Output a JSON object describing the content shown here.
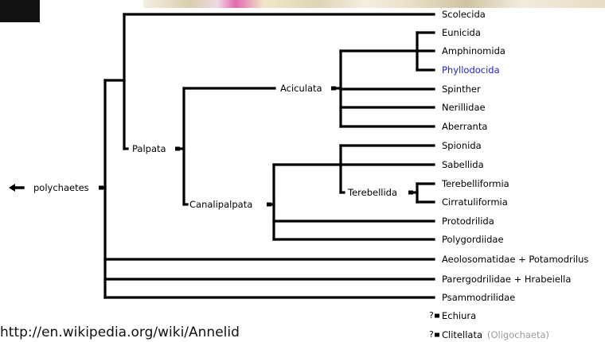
{
  "colors": {
    "line": "#000000",
    "highlight": "#1f1fcc",
    "parenthetical": "#9a9a9a",
    "background": "#ffffff"
  },
  "root": {
    "label": "polychaetes",
    "arrow_icon": "left-arrow-icon"
  },
  "internal_nodes": [
    {
      "id": "palpata",
      "label": "Palpata"
    },
    {
      "id": "aciculata",
      "label": "Aciculata"
    },
    {
      "id": "canalipalpata",
      "label": "Canalipalpata"
    },
    {
      "id": "terebellida",
      "label": "Terebellida"
    }
  ],
  "taxa": [
    {
      "id": "scolecida",
      "label": "Scolecida"
    },
    {
      "id": "eunicida",
      "label": "Eunicida"
    },
    {
      "id": "amphinomida",
      "label": "Amphinomida"
    },
    {
      "id": "phyllodocida",
      "label": "Phyllodocida",
      "highlight": true
    },
    {
      "id": "spinther",
      "label": "Spinther"
    },
    {
      "id": "nerillidae",
      "label": "Nerillidae"
    },
    {
      "id": "aberranta",
      "label": "Aberranta"
    },
    {
      "id": "spionida",
      "label": "Spionida"
    },
    {
      "id": "sabellida",
      "label": "Sabellida"
    },
    {
      "id": "terebelliformia",
      "label": "Terebelliformia"
    },
    {
      "id": "cirratuliformia",
      "label": "Cirratuliformia"
    },
    {
      "id": "protodrilida",
      "label": "Protodrilida"
    },
    {
      "id": "polygordiidae",
      "label": "Polygordiidae"
    },
    {
      "id": "aeolosomatidae",
      "label": "Aeolosomatidae + Potamodrilus"
    },
    {
      "id": "parergodrilidae",
      "label": "Parergodrilidae + Hrabeiella"
    },
    {
      "id": "psammodrilidae",
      "label": "Psammodrilidae"
    }
  ],
  "uncertain_taxa": [
    {
      "id": "echiura",
      "marker": "?",
      "label": "Echiura",
      "note": ""
    },
    {
      "id": "clitellata",
      "marker": "?",
      "label": "Clitellata",
      "note": "(Oligochaeta)"
    }
  ],
  "url_text": "http://en.wikipedia.org/wiki/Annelid"
}
